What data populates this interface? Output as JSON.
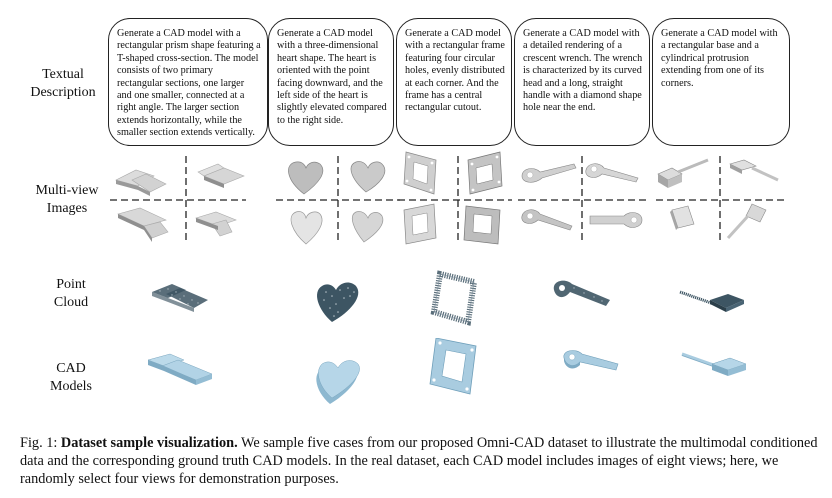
{
  "row_labels": {
    "textual": [
      "Textual",
      "Description"
    ],
    "multiview": [
      "Multi-view",
      "Images"
    ],
    "point_cloud": [
      "Point",
      "Cloud"
    ],
    "cad": [
      "CAD",
      "Models"
    ]
  },
  "descriptions": [
    "Generate a CAD model with a rectangular prism shape featuring a T-shaped cross-section. The model consists of two primary rectangular sections, one larger and one smaller, connected at a right angle. The larger section extends horizontally, while the smaller section extends vertically.",
    "Generate a CAD model with a three-dimensional heart shape. The heart is oriented with the point facing downward, and the left side of the heart is slightly elevated compared to the right side.",
    "Generate a CAD model with a rectangular frame featuring four circular holes, evenly distributed at each corner. And the frame has a central rectangular cutout.",
    "Generate a CAD model with a detailed rendering of a crescent wrench. The wrench is characterized by its curved head and a long, straight handle with a diamond shape hole near the end.",
    "Generate a CAD model with a rectangular base and a cylindrical protrusion extending from one of its corners."
  ],
  "caption": {
    "prefix": "Fig. 1: ",
    "bold": "Dataset sample visualization.",
    "body": " We sample five cases from our proposed Omni-CAD dataset to illustrate the multimodal conditioned data and the corresponding ground truth CAD models. In the real dataset, each CAD model includes images of eight views; here, we randomly select four views for demonstration purposes."
  },
  "colors": {
    "render_gray": "#c8c8c8",
    "render_dark": "#8f8f8f",
    "cad_blue": "#a9cce0",
    "cad_blue_dark": "#6f9fba",
    "point_cloud": "#3d5563"
  }
}
